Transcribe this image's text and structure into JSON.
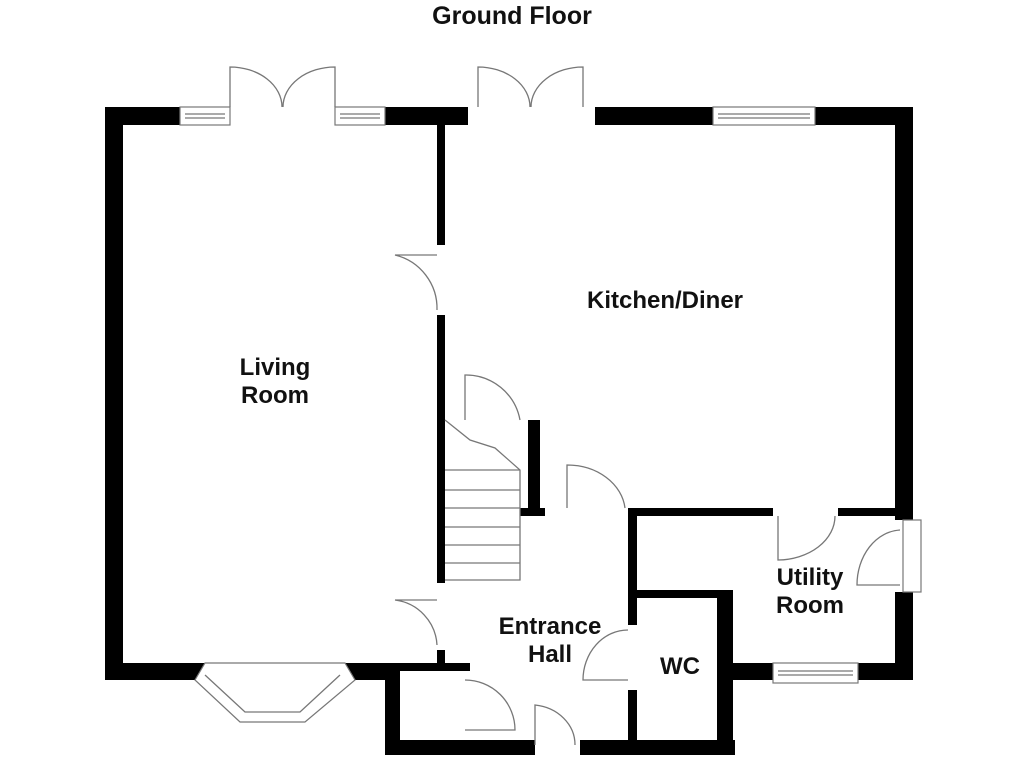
{
  "title": "Ground Floor",
  "rooms": {
    "living_room": {
      "line1": "Living",
      "line2": "Room"
    },
    "kitchen_diner": "Kitchen/Diner",
    "entrance_hall": {
      "line1": "Entrance",
      "line2": "Hall"
    },
    "wc": "WC",
    "utility_room": {
      "line1": "Utility",
      "line2": "Room"
    }
  }
}
